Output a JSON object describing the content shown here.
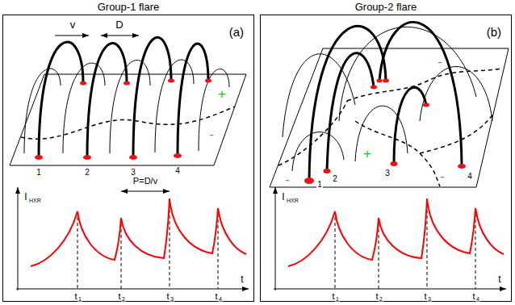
{
  "diagram": {
    "nodes": [
      {
        "text": [
          "Group-1 flare",
          "(a)"
        ]
      },
      {
        "text": [
          "Group-2 flare",
          "(b)"
        ]
      }
    ],
    "labels": [
      "v",
      "D",
      "1",
      "2",
      "3",
      "4",
      "+",
      "-",
      "I",
      "HXR",
      "P=D/v",
      "t",
      "t",
      "1",
      "t",
      "2",
      "t",
      "3",
      "t",
      "4",
      "1",
      "2",
      "3",
      "4",
      "-",
      "-",
      "+",
      "-",
      "I",
      "HXR",
      "t",
      "t",
      "1",
      "t",
      "2",
      "t",
      "3",
      "t",
      "4"
    ]
  }
}
